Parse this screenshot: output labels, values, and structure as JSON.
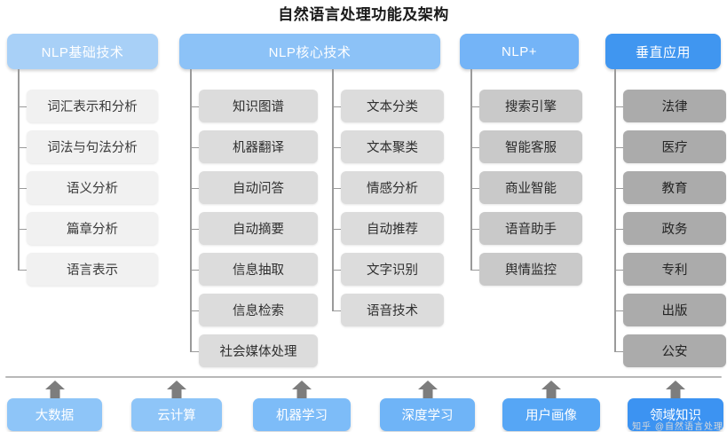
{
  "title": "自然语言处理功能及架构",
  "colors": {
    "header_nlp_basic": "#a8d0f7",
    "header_nlp_core": "#8cc2f7",
    "header_nlp_plus": "#74b4f7",
    "header_vertical": "#4096f0",
    "item_col1": "#f1f1f1",
    "item_col2": "#dcdcdc",
    "item_col3": "#dcdcdc",
    "item_col4": "#c9c9c9",
    "item_col5": "#ababab",
    "connector": "#9a9a9a",
    "arrow": "#7d7d7d",
    "separator": "#b8b8b8"
  },
  "columns": [
    {
      "header": "NLP基础技术",
      "header_color": "#a8d0f7",
      "items": [
        "词汇表示和分析",
        "词法与句法分析",
        "语义分析",
        "篇章分析",
        "语言表示"
      ]
    },
    {
      "header": "NLP核心技术",
      "header_color": "#8cc2f7",
      "items": [
        "知识图谱",
        "机器翻译",
        "自动问答",
        "自动摘要",
        "信息抽取",
        "信息检索",
        "社会媒体处理"
      ]
    },
    {
      "header": "",
      "header_color": "#8cc2f7",
      "items": [
        "文本分类",
        "文本聚类",
        "情感分析",
        "自动推荐",
        "文字识别",
        "语音技术"
      ]
    },
    {
      "header": "NLP+",
      "header_color": "#74b4f7",
      "items": [
        "搜索引擎",
        "智能客服",
        "商业智能",
        "语音助手",
        "舆情监控"
      ]
    },
    {
      "header": "垂直应用",
      "header_color": "#4096f0",
      "items": [
        "法律",
        "医疗",
        "教育",
        "政务",
        "专利",
        "出版",
        "公安"
      ]
    }
  ],
  "foundation": [
    {
      "label": "大数据",
      "color": "#8ec5f8"
    },
    {
      "label": "云计算",
      "color": "#8ec5f8"
    },
    {
      "label": "机器学习",
      "color": "#7dbcf8"
    },
    {
      "label": "深度学习",
      "color": "#6fb4f7"
    },
    {
      "label": "用户画像",
      "color": "#56a6f5"
    },
    {
      "label": "领域知识",
      "color": "#3c93f2"
    }
  ],
  "watermark": "知乎 @自然语言处理"
}
